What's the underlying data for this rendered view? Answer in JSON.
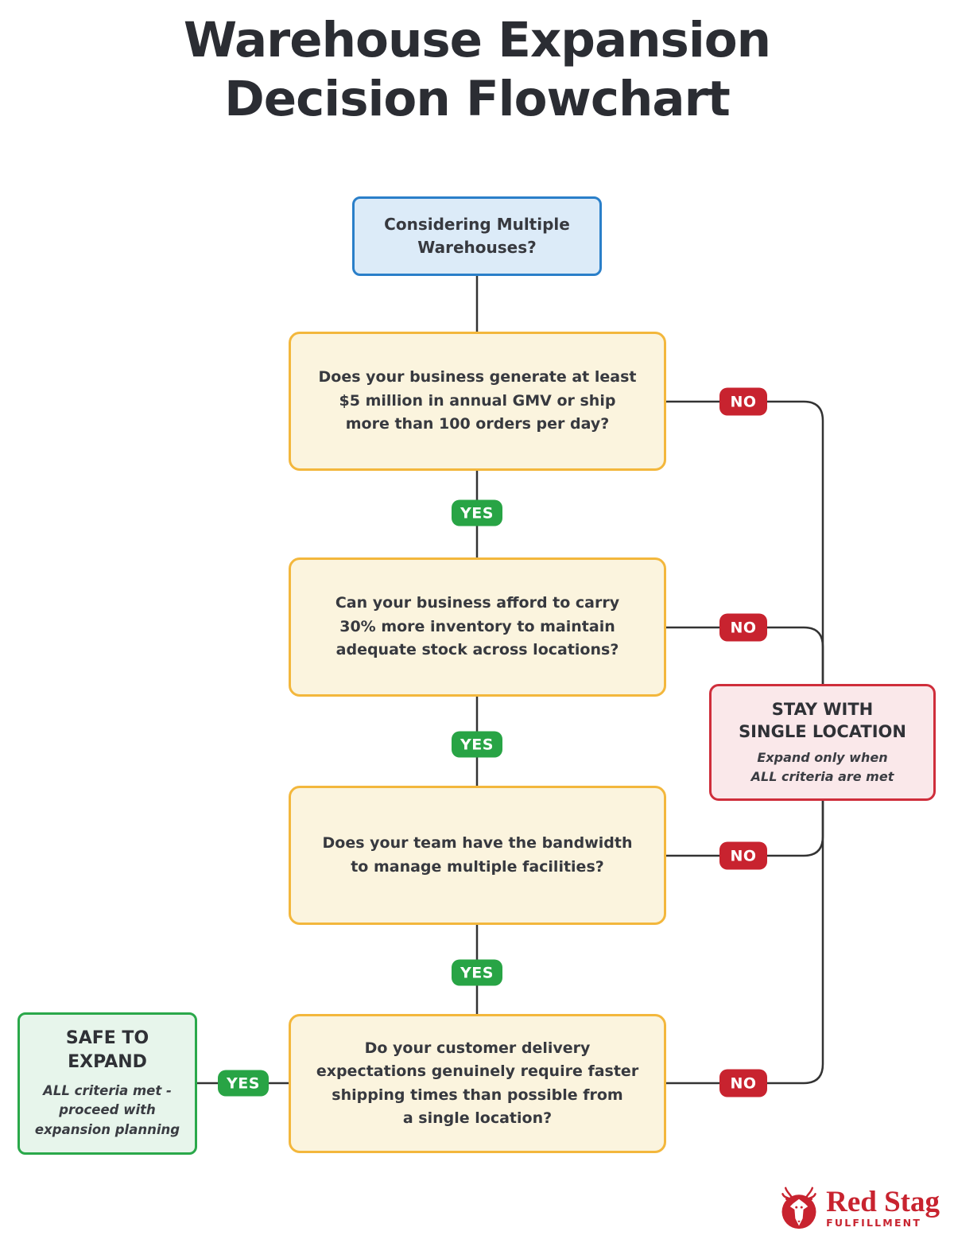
{
  "title": "Warehouse Expansion\nDecision Flowchart",
  "flowchart": {
    "start": {
      "text": "Considering Multiple\nWarehouses?"
    },
    "questions": [
      {
        "text": "Does your business generate at least\n$5 million in annual GMV or ship\nmore than 100 orders per day?"
      },
      {
        "text": "Can your business afford to carry\n30% more inventory to maintain\nadequate stock across locations?"
      },
      {
        "text": "Does your team have the bandwidth\nto manage multiple facilities?"
      },
      {
        "text": "Do your customer delivery\nexpectations genuinely require faster\nshipping times than possible from\na single location?"
      }
    ],
    "labels": {
      "yes": "YES",
      "no": "NO"
    },
    "outcomes": {
      "stay": {
        "title": "STAY WITH\nSINGLE LOCATION",
        "subtitle": "Expand only when\nALL criteria are met"
      },
      "expand": {
        "title": "SAFE TO\nEXPAND",
        "subtitle": "ALL criteria met -\nproceed with\nexpansion planning"
      }
    }
  },
  "logo": {
    "name": "Red Stag",
    "subname": "FULFILLMENT"
  },
  "colors": {
    "background": "#ffffff",
    "title_text": "#2b2d33",
    "start_fill": "#dcebf8",
    "start_border": "#2a7fc9",
    "question_fill": "#fbf4de",
    "question_border": "#f3b73c",
    "yes_badge": "#28a445",
    "no_badge": "#c8232f",
    "stay_fill": "#fae8ea",
    "stay_border": "#cf2e3b",
    "expand_fill": "#e7f5eb",
    "expand_border": "#2aa84a",
    "connector": "#333333",
    "logo_red": "#c8232f"
  }
}
